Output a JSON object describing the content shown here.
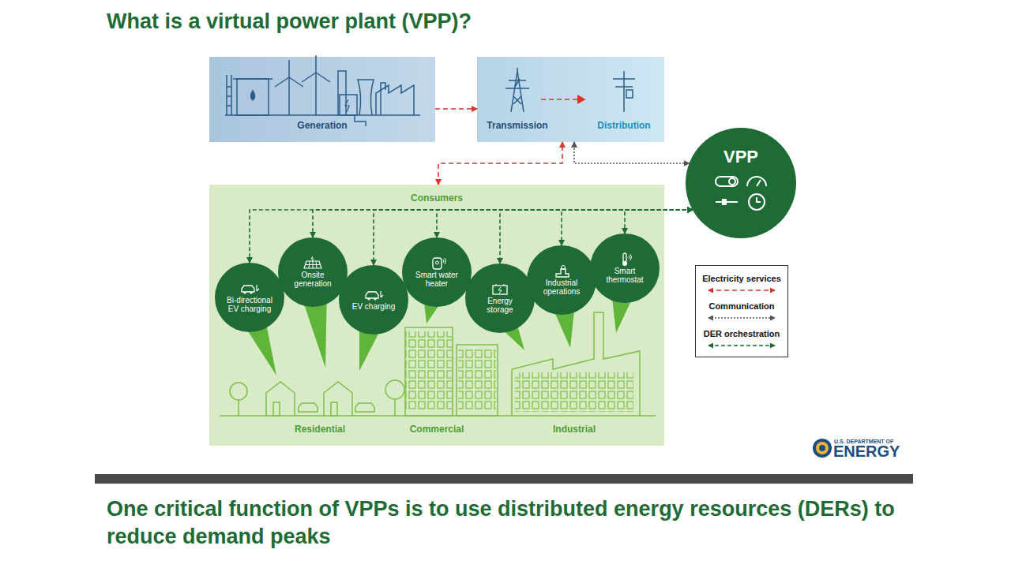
{
  "diagram": {
    "title": "What is a virtual power plant (VPP)?",
    "caption": "One critical function of VPPs is to use distributed energy resources (DERs) to reduce demand peaks",
    "nodes": [
      {
        "text": [
          "Generation"
        ]
      },
      {
        "text": [
          "Transmission",
          "Distribution"
        ]
      },
      {
        "text": [
          "VPP"
        ]
      },
      {
        "text": [
          "Consumers"
        ]
      },
      {
        "text": [
          "Bi-directional EV charging"
        ],
        "in": 3
      },
      {
        "text": [
          "Onsite generation"
        ],
        "in": 3
      },
      {
        "text": [
          "EV charging"
        ],
        "in": 3
      },
      {
        "text": [
          "Smart water heater"
        ],
        "in": 3
      },
      {
        "text": [
          "Energy storage"
        ],
        "in": 3
      },
      {
        "text": [
          "Industrial operations"
        ],
        "in": 3
      },
      {
        "text": [
          "Smart thermostat"
        ],
        "in": 3
      }
    ],
    "edges": [
      {
        "from": 0,
        "to": 1,
        "arrow": "to"
      },
      {
        "from": 3,
        "to": 1,
        "arrow": "both"
      },
      {
        "from": 1,
        "to": 2,
        "arrow": "both"
      },
      {
        "from": 2,
        "to": 4,
        "arrow": "both"
      },
      {
        "from": 2,
        "to": 5,
        "arrow": "both"
      },
      {
        "from": 2,
        "to": 6,
        "arrow": "both"
      },
      {
        "from": 2,
        "to": 7,
        "arrow": "both"
      },
      {
        "from": 2,
        "to": 8,
        "arrow": "both"
      },
      {
        "from": 2,
        "to": 9,
        "arrow": "both"
      },
      {
        "from": 2,
        "to": 10,
        "arrow": "both"
      }
    ],
    "labels": [
      "Residential",
      "Commercial",
      "Industrial",
      "U.S. DEPARTMENT OF",
      "ENERGY"
    ],
    "legend": [
      {
        "text": "Electricity services"
      },
      {
        "text": "Communication"
      },
      {
        "text": "DER orchestration"
      }
    ]
  }
}
